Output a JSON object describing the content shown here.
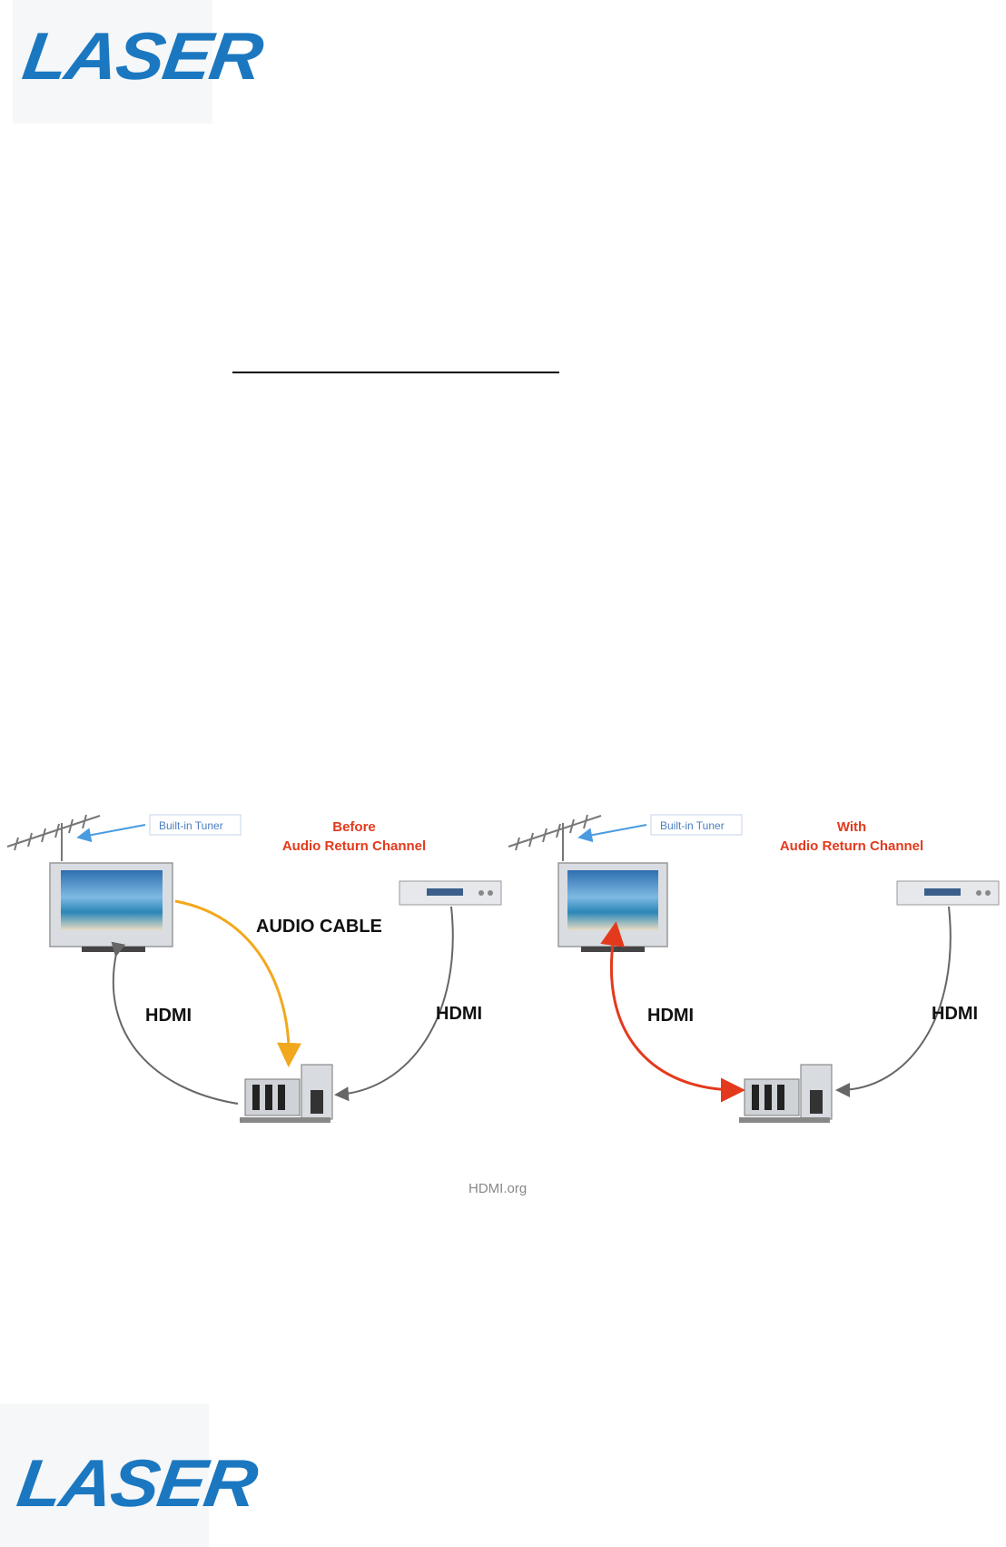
{
  "header": {
    "logo_text": "LASER"
  },
  "footer": {
    "logo_text": "LASER"
  },
  "diagram": {
    "left": {
      "tuner_label": "Built-in Tuner",
      "title_line1": "Before",
      "title_line2": "Audio Return Channel",
      "audio_cable_label": "AUDIO CABLE",
      "hdmi_left_label": "HDMI",
      "hdmi_right_label": "HDMI"
    },
    "right": {
      "tuner_label": "Built-in Tuner",
      "title_line1": "With",
      "title_line2": "Audio Return Channel",
      "hdmi_left_label": "HDMI",
      "hdmi_right_label": "HDMI"
    },
    "credit": "HDMI.org"
  },
  "colors": {
    "brand_blue": "#1b78c0",
    "arc_red": "#e33a1d",
    "audio_cable_orange": "#f2a81d",
    "cable_gray": "#666666"
  }
}
